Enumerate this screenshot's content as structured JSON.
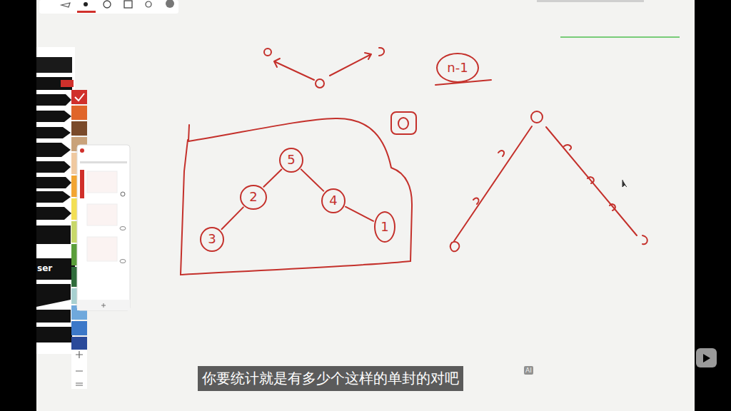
{
  "diagram": {
    "nodes": [
      {
        "text": [
          "n-1"
        ]
      },
      {
        "text": [
          "5"
        ]
      },
      {
        "text": [
          "2"
        ]
      },
      {
        "text": [
          "4"
        ]
      },
      {
        "text": [
          "1"
        ]
      },
      {
        "text": [
          "3"
        ]
      }
    ],
    "edges": [
      {
        "from": 1,
        "to": 2,
        "arrow": "none"
      },
      {
        "from": 1,
        "to": 3,
        "arrow": "none"
      },
      {
        "from": 2,
        "to": 5,
        "arrow": "none"
      },
      {
        "from": 3,
        "to": 4,
        "arrow": "none"
      }
    ],
    "labels": [
      "ser",
      "你要统计就是有多少个这样的单封的对吧",
      "AI"
    ]
  }
}
